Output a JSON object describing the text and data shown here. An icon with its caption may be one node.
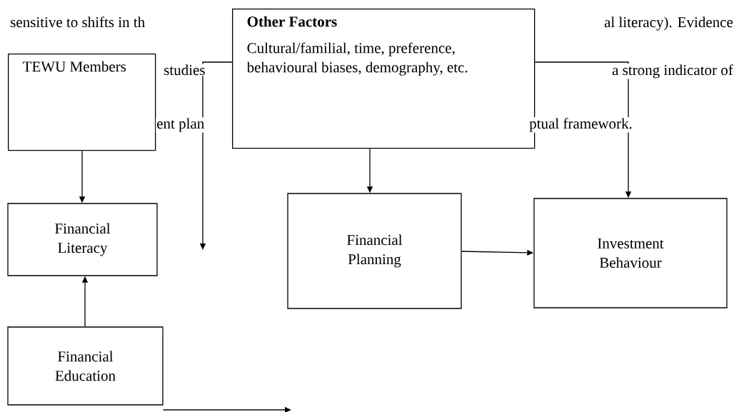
{
  "diagram": {
    "nodes": [
      {
        "text": [
          "TEWU Members"
        ]
      },
      {
        "text": [
          "**Other Factors**",
          "Cultural/familial, time, preference, behavioural biases, demography, etc."
        ]
      },
      {
        "text": [
          "Financial Literacy"
        ]
      },
      {
        "text": [
          "Financial Planning"
        ]
      },
      {
        "text": [
          "Investment Behaviour"
        ]
      },
      {
        "text": [
          "Financial Education"
        ]
      }
    ],
    "edges": [
      {
        "from": 0,
        "to": 2,
        "arrow": "to"
      },
      {
        "from": 5,
        "to": 2,
        "arrow": "to"
      },
      {
        "from": 1,
        "to": 3,
        "arrow": "to"
      },
      {
        "from": 1,
        "to": 4,
        "arrow": "to"
      },
      {
        "from": 1,
        "to": null,
        "arrow": "to"
      },
      {
        "from": 3,
        "to": 4,
        "arrow": "to"
      },
      {
        "from": 5,
        "to": null,
        "arrow": "to"
      }
    ],
    "labels": [
      "sensitive to shifts in th",
      "al literacy). Evidence",
      "studies",
      "a strong indicator of",
      "ent plan",
      "ptual framework."
    ]
  }
}
